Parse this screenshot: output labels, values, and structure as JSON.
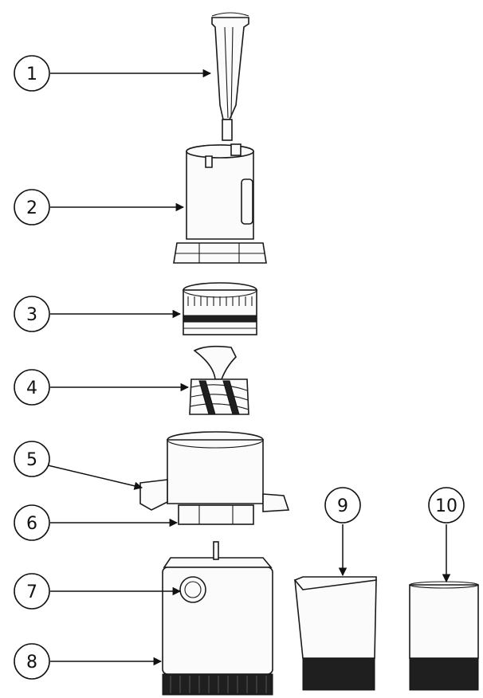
{
  "callouts": [
    {
      "number": "1",
      "part": "pusher"
    },
    {
      "number": "2",
      "part": "feeding-chute"
    },
    {
      "number": "3",
      "part": "strainer"
    },
    {
      "number": "4",
      "part": "auger"
    },
    {
      "number": "5",
      "part": "juice-spout"
    },
    {
      "number": "6",
      "part": "juicing-bowl"
    },
    {
      "number": "7",
      "part": "control-knob"
    },
    {
      "number": "8",
      "part": "motor-base"
    },
    {
      "number": "9",
      "part": "juice-cup"
    },
    {
      "number": "10",
      "part": "pulp-cup"
    }
  ]
}
